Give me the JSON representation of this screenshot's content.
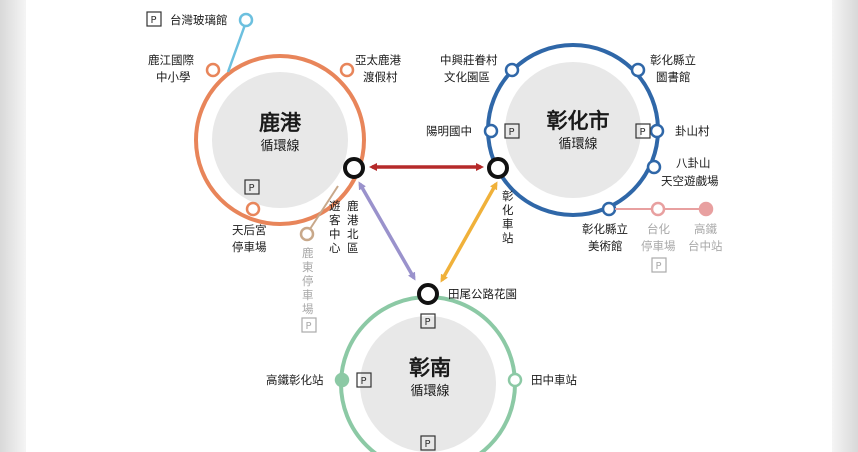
{
  "colors": {
    "lukang": "#e8855a",
    "changhua": "#2f67a8",
    "zhangnan": "#8cc9a5",
    "red_arrow": "#b52a2a",
    "purple_arrow": "#9a92cc",
    "yellow_arrow": "#f0b13a",
    "light_blue": "#6cc0df",
    "grey_line": "#c8a88a",
    "pink_line": "#e8a0a0",
    "circle_fill": "#e8e8e8"
  },
  "parking_label": "P",
  "loops": {
    "lukang": {
      "title": "鹿港",
      "subtitle": "循環線"
    },
    "changhua": {
      "title": "彰化市",
      "subtitle": "循環線"
    },
    "zhangnan": {
      "title": "彰南",
      "subtitle": "循環線"
    }
  },
  "stations": {
    "taiwan_glass": "台灣玻璃館",
    "lukang_intl_1": "鹿江國際",
    "lukang_intl_2": "中小學",
    "asia_pacific_1": "亞太鹿港",
    "asia_pacific_2": "渡假村",
    "tianhou_1": "天后宮",
    "tianhou_2": "停車場",
    "visitor_center": [
      "遊",
      "客",
      "中",
      "心"
    ],
    "lukang_north": [
      "鹿",
      "港",
      "北",
      "區"
    ],
    "ludong_parking": [
      "鹿",
      "東",
      "停",
      "車",
      "場"
    ],
    "zhongxing_1": "中興莊眷村",
    "zhongxing_2": "文化園區",
    "library_1": "彰化縣立",
    "library_2": "圖書館",
    "yangming": "陽明國中",
    "baguashan_village": "卦山村",
    "baguashan_1": "八卦山",
    "baguashan_2": "天空遊戲場",
    "changhua_station": [
      "彰",
      "化",
      "車",
      "站"
    ],
    "art_museum_1": "彰化縣立",
    "art_museum_2": "美術館",
    "taihua_1": "台化",
    "taihua_2": "停車場",
    "hsr_taichung_1": "高鐵",
    "hsr_taichung_2": "台中站",
    "tianwei": "田尾公路花園",
    "hsr_changhua": "高鐵彰化站",
    "tianzhong": "田中車站"
  }
}
